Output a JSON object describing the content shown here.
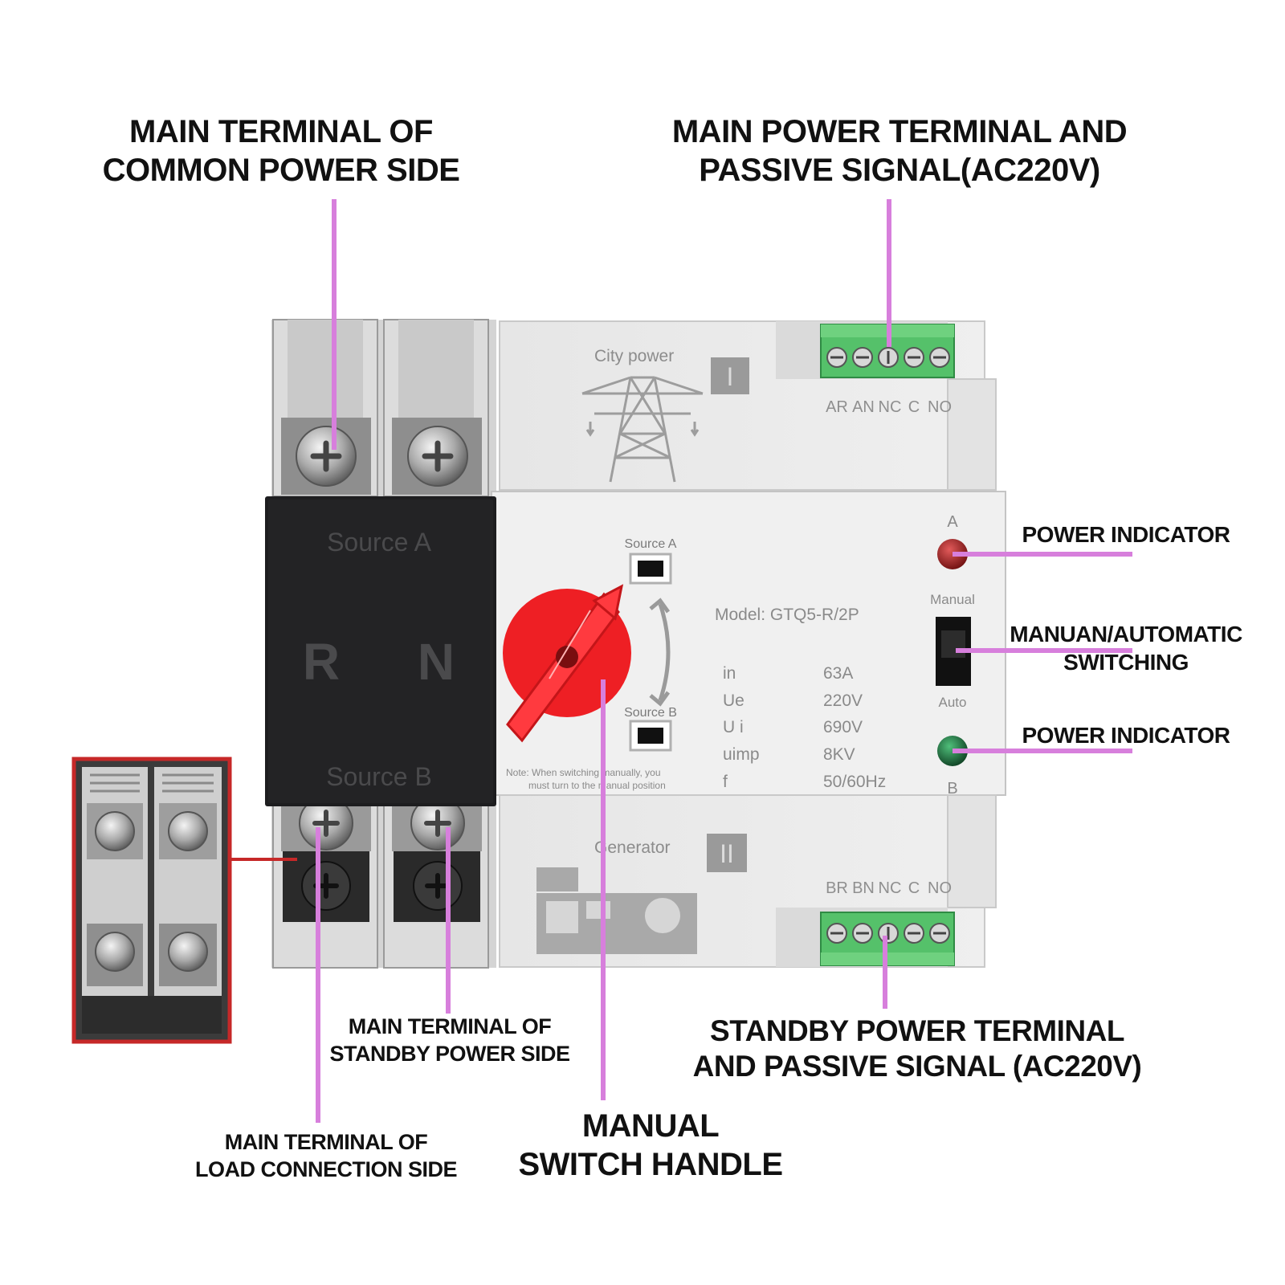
{
  "callouts": {
    "common_power": {
      "line1": "MAIN TERMINAL OF",
      "line2": "COMMON POWER SIDE"
    },
    "main_power": {
      "line1": "MAIN POWER TERMINAL AND",
      "line2": "PASSIVE SIGNAL(AC220V)"
    },
    "power_indicator_a": "POWER INDICATOR",
    "switching": {
      "line1": "MANUAN/AUTOMATIC",
      "line2": "SWITCHING"
    },
    "power_indicator_b": "POWER INDICATOR",
    "standby_power": {
      "line1": "STANDBY POWER TERMINAL",
      "line2": "AND PASSIVE SIGNAL (AC220V)"
    },
    "standby_side": {
      "line1": "MAIN TERMINAL OF",
      "line2": "STANDBY POWER SIDE"
    },
    "load_side": {
      "line1": "MAIN TERMINAL OF",
      "line2": "LOAD CONNECTION SIDE"
    },
    "handle": {
      "line1": "MANUAL",
      "line2": "SWITCH HANDLE"
    }
  },
  "device": {
    "city_power": "City power",
    "generator": "Generator",
    "roman_1": "I",
    "roman_2": "II",
    "top_terminals": [
      "AR",
      "AN",
      "NC",
      "C",
      "NO"
    ],
    "bottom_terminals": [
      "BR",
      "BN",
      "NC",
      "C",
      "NO"
    ],
    "cover_source_a": "Source A",
    "cover_source_b": "Source B",
    "cover_r": "R",
    "cover_n": "N",
    "window_source_a": "Source A",
    "window_source_b": "Source B",
    "model": "Model:  GTQ5-R/2P",
    "specs": [
      {
        "label": "in",
        "value": "63A"
      },
      {
        "label": "Ue",
        "value": "220V"
      },
      {
        "label": "U i",
        "value": "690V"
      },
      {
        "label": "uimp",
        "value": "8KV"
      },
      {
        "label": "f",
        "value": "50/60Hz"
      }
    ],
    "note_line1": "Note:  When switching manually, you",
    "note_line2": "must turn to the manual position",
    "indicator_a": "A",
    "indicator_b": "B",
    "manual": "Manual",
    "auto": "Auto"
  },
  "colors": {
    "leader": "#d77fdc",
    "handle_red": "#ee1f24",
    "terminal_green": "#55c16a",
    "indicator_red": "#9b1c1c",
    "indicator_green": "#1f6b3b",
    "cover_black": "#1d1d1f",
    "inset_border": "#c62828"
  }
}
